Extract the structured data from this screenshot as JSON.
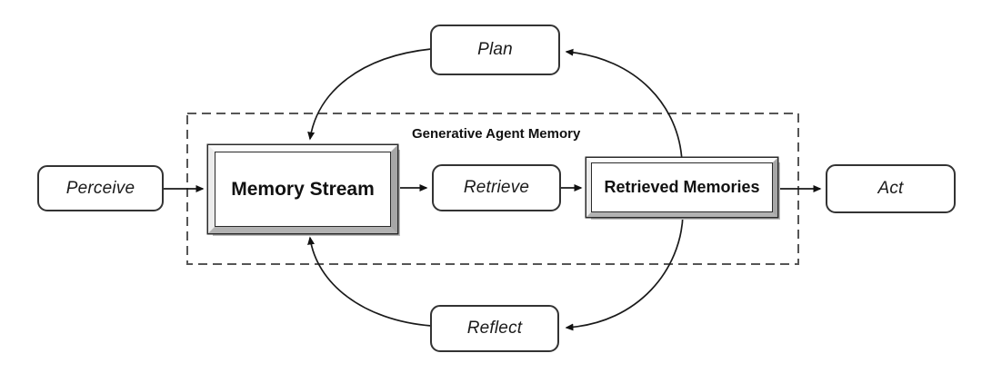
{
  "diagram": {
    "boundary": {
      "title": "Generative Agent Memory"
    },
    "nodes": {
      "perceive": {
        "label": "Perceive",
        "shape": "rounded"
      },
      "memory_stream": {
        "label": "Memory Stream",
        "shape": "beveled-frame"
      },
      "retrieve": {
        "label": "Retrieve",
        "shape": "rounded"
      },
      "retrieved_memories": {
        "label": "Retrieved Memories",
        "shape": "beveled-frame"
      },
      "act": {
        "label": "Act",
        "shape": "rounded"
      },
      "plan": {
        "label": "Plan",
        "shape": "rounded"
      },
      "reflect": {
        "label": "Reflect",
        "shape": "rounded"
      }
    },
    "edges": [
      {
        "from": "perceive",
        "to": "memory_stream",
        "style": "straight"
      },
      {
        "from": "memory_stream",
        "to": "retrieve",
        "style": "straight"
      },
      {
        "from": "retrieve",
        "to": "retrieved_memories",
        "style": "straight"
      },
      {
        "from": "retrieved_memories",
        "to": "act",
        "style": "straight"
      },
      {
        "from": "retrieved_memories",
        "to": "plan",
        "style": "curved"
      },
      {
        "from": "plan",
        "to": "memory_stream",
        "style": "curved"
      },
      {
        "from": "retrieved_memories",
        "to": "reflect",
        "style": "curved"
      },
      {
        "from": "reflect",
        "to": "memory_stream",
        "style": "curved"
      }
    ],
    "colors": {
      "background": "#ffffff",
      "stroke": "#1a1a1a",
      "dashed_border": "#565656",
      "bevel_light": "#f5f5f5",
      "bevel_dark": "#aaaaaa",
      "text": "#111111"
    }
  }
}
